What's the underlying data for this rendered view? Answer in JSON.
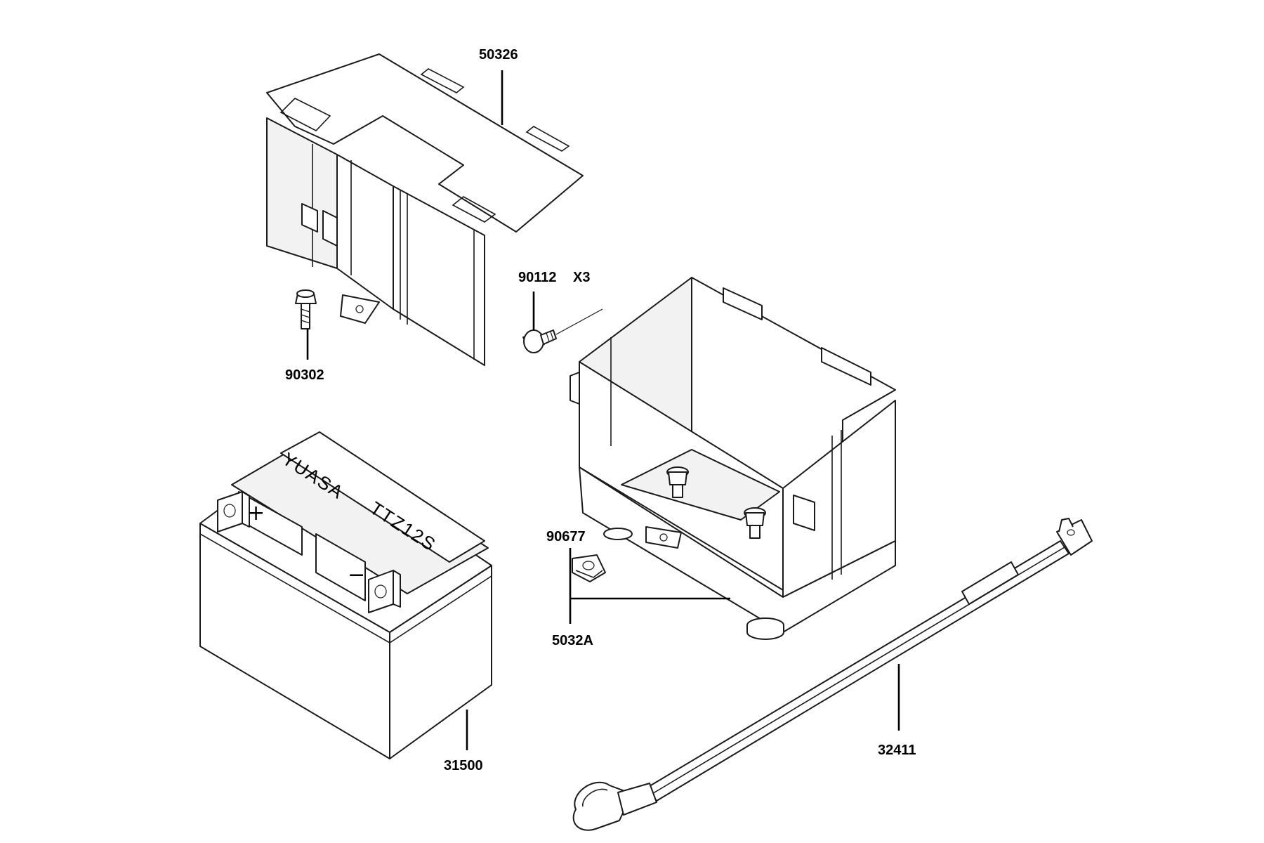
{
  "parts": [
    {
      "id": "50326",
      "label": "50326"
    },
    {
      "id": "90302",
      "label": "90302"
    },
    {
      "id": "90112",
      "label": "90112",
      "qty": "X3"
    },
    {
      "id": "90677",
      "label": "90677"
    },
    {
      "id": "5032A",
      "label": "5032A"
    },
    {
      "id": "31500",
      "label": "31500"
    },
    {
      "id": "32411",
      "label": "32411"
    }
  ],
  "battery": {
    "brand": "YUASA",
    "model": "TTZ12S",
    "positive": "+",
    "negative": "−"
  }
}
